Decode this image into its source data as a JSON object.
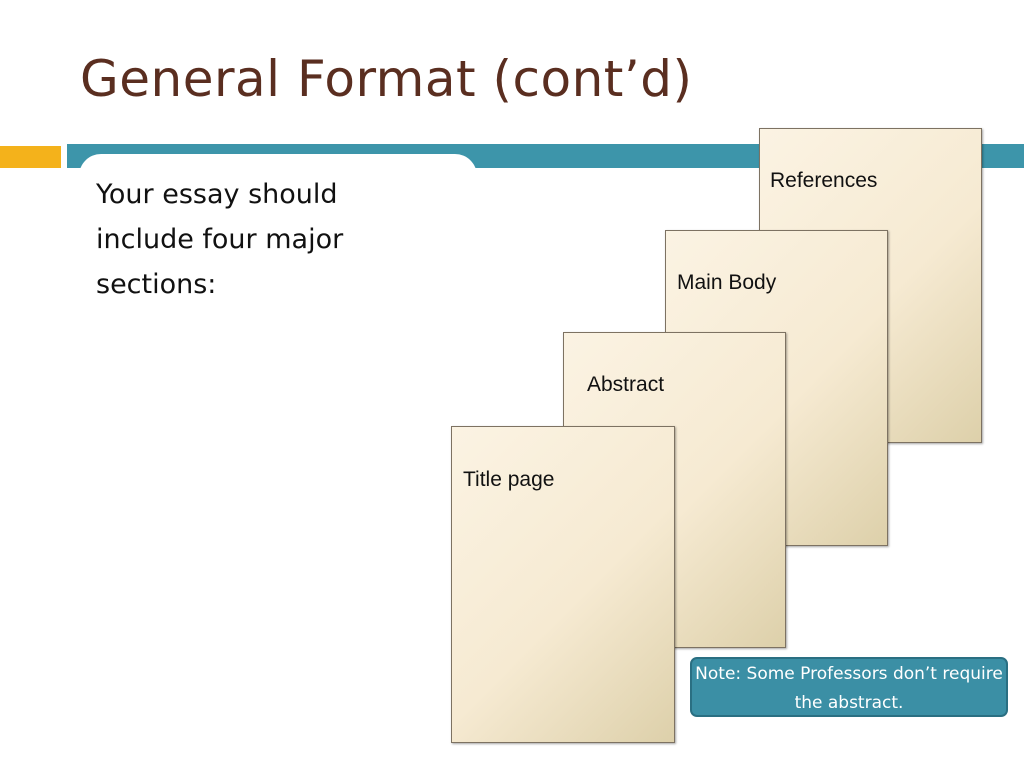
{
  "slide": {
    "title": "General Format (cont’d)",
    "body_text": "Your essay should include four major sections:",
    "pages": [
      {
        "label": "References"
      },
      {
        "label": "Main Body"
      },
      {
        "label": "Abstract"
      },
      {
        "label": "Title page"
      }
    ],
    "note": "Note: Some Professors don’t require the abstract."
  },
  "colors": {
    "title": "#5a2e20",
    "accent_orange": "#f4b21b",
    "teal_band": "#3d95aa",
    "note_fill": "#3b8fa5",
    "page_fill": "#f6ead2"
  }
}
